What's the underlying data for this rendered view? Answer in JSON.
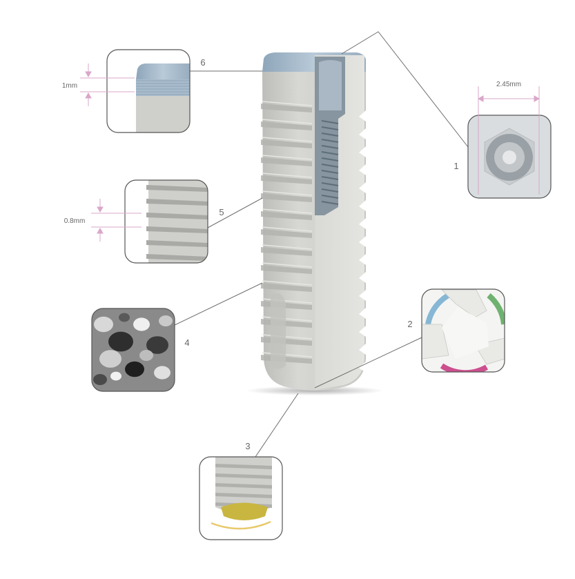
{
  "callouts": {
    "c1": {
      "number": "1",
      "dimension": "2.45mm"
    },
    "c2": {
      "number": "2"
    },
    "c3": {
      "number": "3"
    },
    "c4": {
      "number": "4"
    },
    "c5": {
      "number": "5",
      "dimension": "0.8mm"
    },
    "c6": {
      "number": "6",
      "dimension": "1mm"
    }
  },
  "colors": {
    "leader_line": "#6e6e6e",
    "dimension_marker": "#d9a7c9",
    "implant_body": "#cfcfcb",
    "implant_collar": "#9fb4c6",
    "callout_border": "#555555",
    "sector_blue": "#86b7d4",
    "sector_green": "#6fb26f",
    "sector_pink": "#cc4f8e",
    "apex_yellow": "#c8b640"
  }
}
